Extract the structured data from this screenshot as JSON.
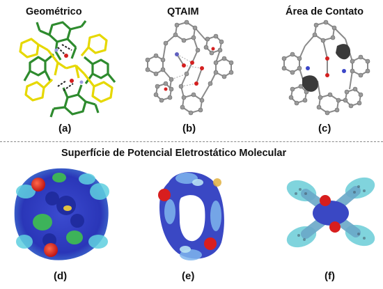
{
  "panels_top": [
    {
      "title": "Geométrico",
      "label": "(a)"
    },
    {
      "title": "QTAIM",
      "label": "(b)"
    },
    {
      "title": "Área de Contato",
      "label": "(c)"
    }
  ],
  "section_title": "Superfície de Potencial Eletrostático Molecular",
  "panels_bottom": [
    {
      "label": "(d)"
    },
    {
      "label": "(e)"
    },
    {
      "label": "(f)"
    }
  ],
  "colors": {
    "green_molecule": "#2e8b2e",
    "yellow_molecule": "#e6d800",
    "ball_grey": "#9a9a9a",
    "oxygen_red": "#d42020",
    "nitrogen_blue": "#6060c0",
    "contact_dark": "#3a3a3a",
    "esp_blue": "#2a36b8",
    "esp_cyan": "#5fd0e0",
    "esp_green": "#3fc04f",
    "esp_red": "#d81e1e"
  }
}
